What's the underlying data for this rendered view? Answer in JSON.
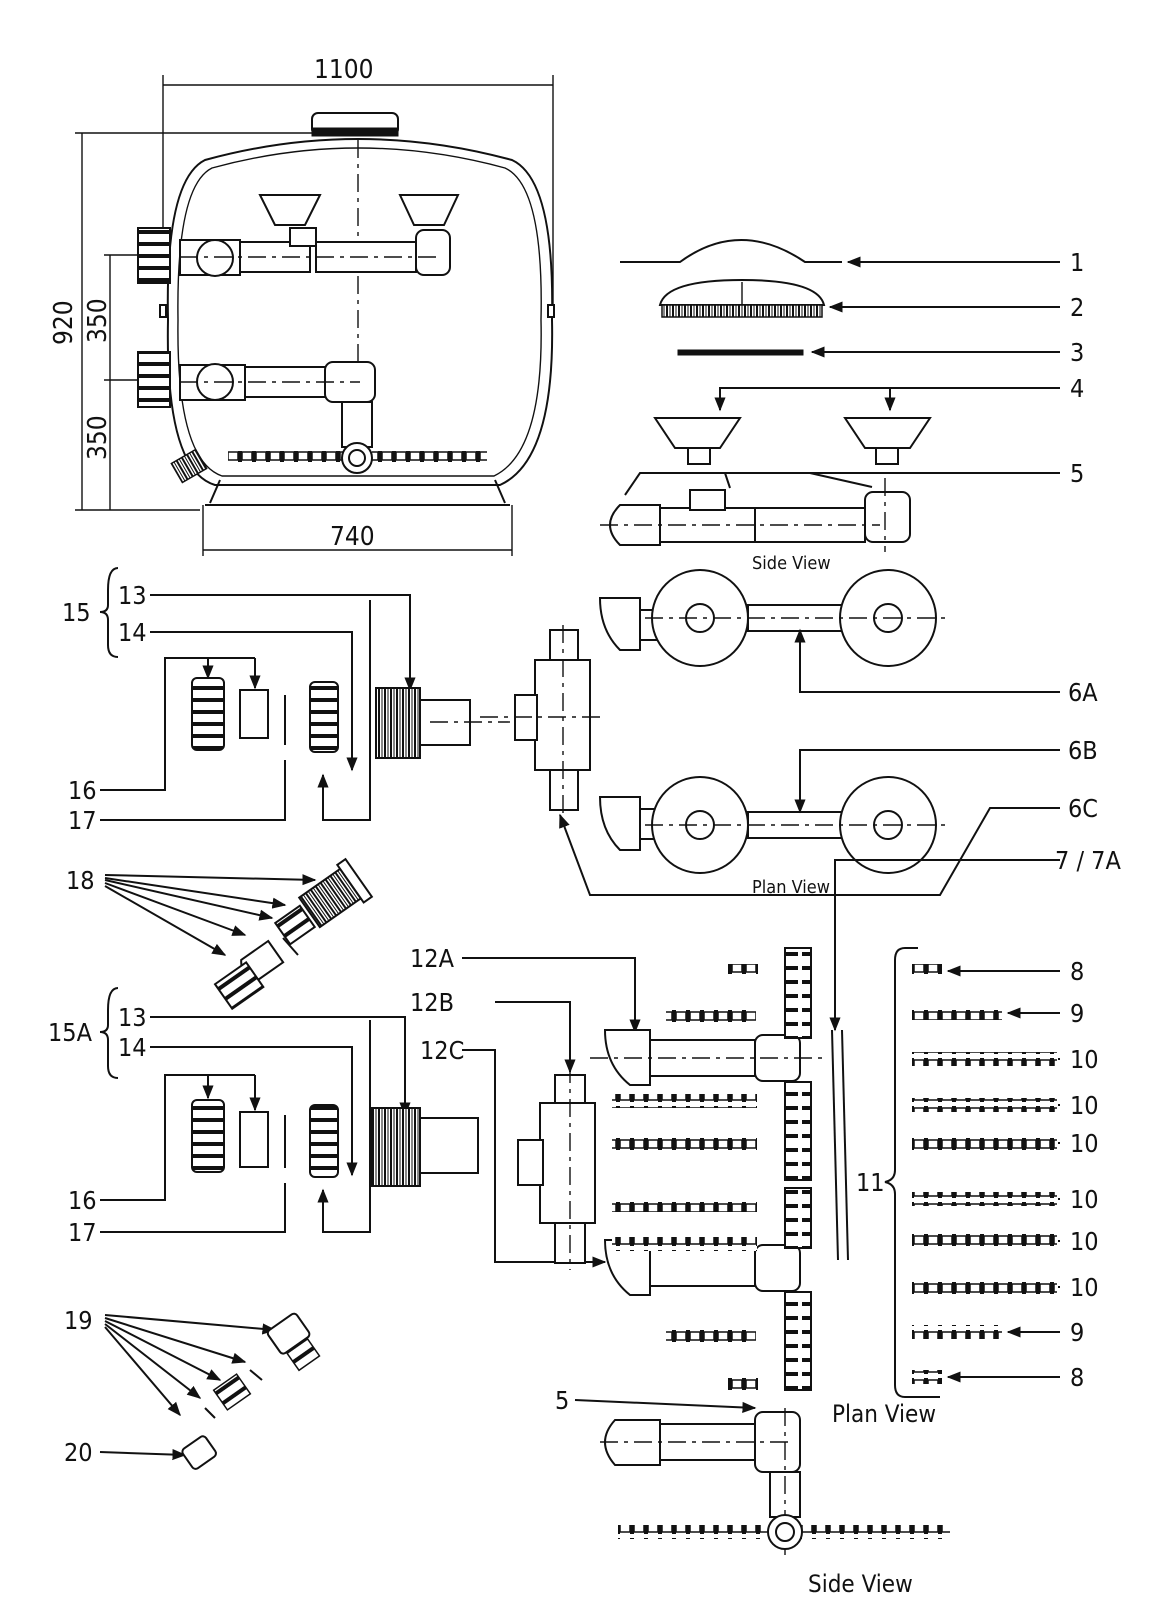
{
  "dimensions": {
    "width": "1100",
    "height": "920",
    "upper": "350",
    "lower": "350",
    "base": "740"
  },
  "callouts": {
    "c1": "1",
    "c2": "2",
    "c3": "3",
    "c4": "4",
    "c5": "5",
    "c6a": "6A",
    "c6b": "6B",
    "c6c": "6C",
    "c7": "7 / 7A",
    "c8a": "8",
    "c8b": "8",
    "c9a": "9",
    "c9b": "9",
    "c10a": "10",
    "c10b": "10",
    "c10c": "10",
    "c10d": "10",
    "c10e": "10",
    "c10f": "10",
    "c11": "11",
    "c12a": "12A",
    "c12b": "12B",
    "c12c": "12C",
    "c13a": "13",
    "c13b": "13",
    "c14a": "14",
    "c14b": "14",
    "c15": "15",
    "c15a": "15A",
    "c16a": "16",
    "c16b": "16",
    "c17a": "17",
    "c17b": "17",
    "c18": "18",
    "c19": "19",
    "c20": "20",
    "c5b": "5"
  },
  "captions": {
    "side_view_top": "Side View",
    "plan_view_mid": "Plan View",
    "plan_view_bottom": "Plan View",
    "side_view_bottom": "Side View"
  }
}
